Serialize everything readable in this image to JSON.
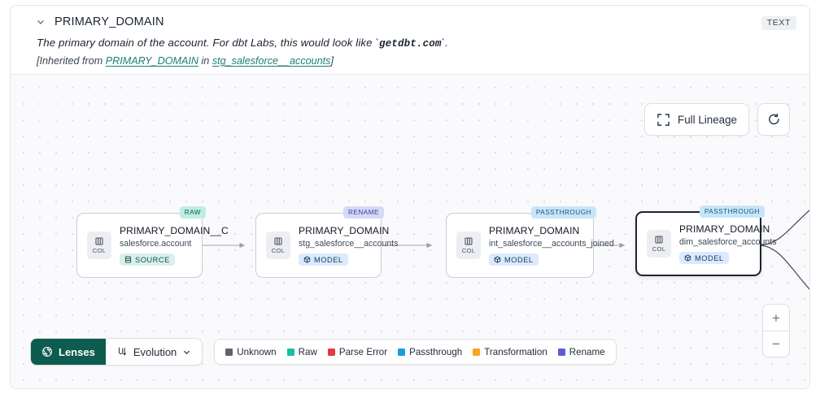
{
  "header": {
    "chevron_icon": "chevron-down-icon",
    "title": "PRIMARY_DOMAIN",
    "type_badge": "TEXT",
    "description_prefix": "The primary domain of the account. For dbt Labs, this would look like `",
    "description_code": "getdbt.com",
    "description_suffix": "`.",
    "inherited_open": "[Inherited from ",
    "inherited_link1": "PRIMARY_DOMAIN",
    "inherited_mid": " in ",
    "inherited_link2": "stg_salesforce__accounts",
    "inherited_close": "]"
  },
  "toolbar": {
    "full_lineage_label": "Full Lineage",
    "full_lineage_icon": "expand-icon",
    "refresh_icon": "refresh-icon"
  },
  "zoom_controls": {
    "zoom_in_label": "+",
    "zoom_out_label": "−"
  },
  "graph": {
    "nodes": [
      {
        "tag": "RAW",
        "tag_class": "tag-raw",
        "chip_label": "COL",
        "title": "PRIMARY_DOMAIN__C",
        "subtitle": "salesforce.account",
        "badge_label": "SOURCE",
        "badge_class": "badge-source",
        "badge_icon": "database-icon",
        "selected": false
      },
      {
        "tag": "RENAME",
        "tag_class": "tag-rename",
        "chip_label": "COL",
        "title": "PRIMARY_DOMAIN",
        "subtitle": "stg_salesforce__accounts",
        "badge_label": "MODEL",
        "badge_class": "badge-model",
        "badge_icon": "cube-icon",
        "selected": false
      },
      {
        "tag": "PASSTHROUGH",
        "tag_class": "tag-passthrough",
        "chip_label": "COL",
        "title": "PRIMARY_DOMAIN",
        "subtitle": "int_salesforce__accounts_joined",
        "badge_label": "MODEL",
        "badge_class": "badge-model",
        "badge_icon": "cube-icon",
        "selected": false
      },
      {
        "tag": "PASSTHROUGH",
        "tag_class": "tag-passthrough",
        "chip_label": "COL",
        "title": "PRIMARY_DOMAIN",
        "subtitle": "dim_salesforce_accounts",
        "badge_label": "MODEL",
        "badge_class": "badge-model",
        "badge_icon": "cube-icon",
        "selected": true
      }
    ]
  },
  "bottom_bar": {
    "lenses_label": "Lenses",
    "lenses_icon": "aperture-icon",
    "evolution_label": "Evolution",
    "evolution_icon": "evolution-icon",
    "evolution_chevron": "chevron-down-icon",
    "legend": [
      {
        "label": "Unknown",
        "color": "#5b6470"
      },
      {
        "label": "Raw",
        "color": "#1bbfa0"
      },
      {
        "label": "Parse Error",
        "color": "#e23c3c"
      },
      {
        "label": "Passthrough",
        "color": "#1a9ddb"
      },
      {
        "label": "Transformation",
        "color": "#f5a623"
      },
      {
        "label": "Rename",
        "color": "#5b5be0"
      }
    ]
  }
}
